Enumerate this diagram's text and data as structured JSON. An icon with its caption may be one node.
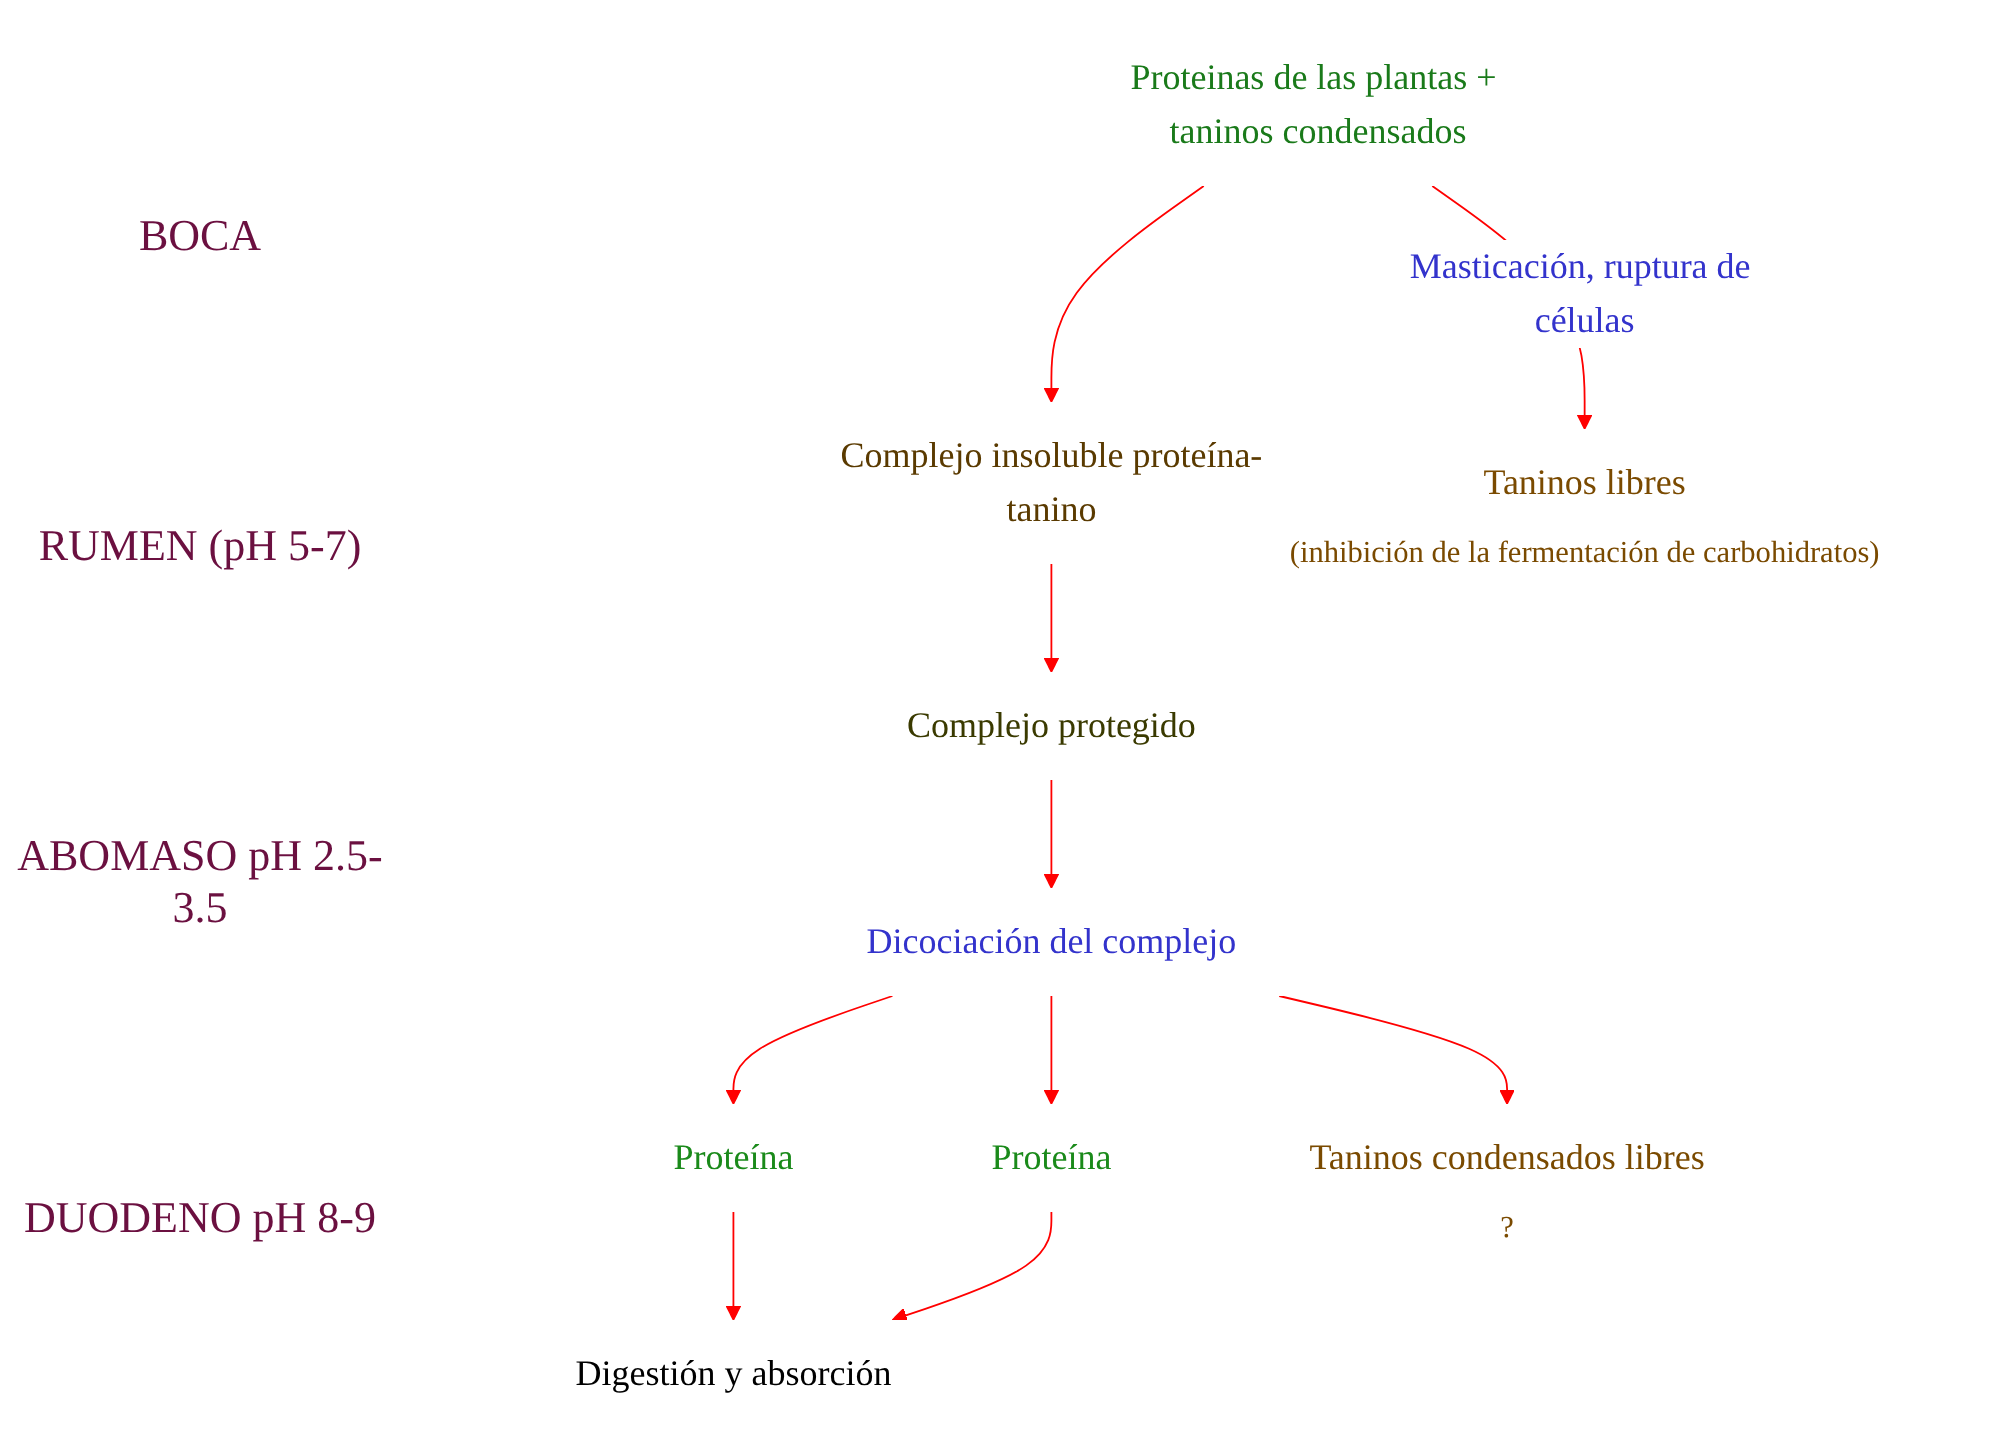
{
  "diagram": {
    "nodes": [
      {
        "text": [
          "Proteinas de las plantas + taninos condensados"
        ]
      },
      {
        "text": [
          "Complejo insoluble proteína-tanino"
        ]
      },
      {
        "text": [
          "Taninos libres"
        ],
        "beside": [
          "(inhibición de la fermentación de carbohidratos)"
        ]
      },
      {
        "text": [
          "Complejo protegido"
        ]
      },
      {
        "text": [
          "Dicociación del complejo"
        ]
      },
      {
        "text": [
          "Proteína"
        ]
      },
      {
        "text": [
          "Proteína"
        ]
      },
      {
        "text": [
          "Digestión y absorción"
        ]
      },
      {
        "text": [
          "Taninos condensados libres"
        ],
        "beside": [
          "?"
        ]
      }
    ],
    "edges": [
      {
        "from": 0,
        "to": 1,
        "arrow": "to"
      },
      {
        "from": 0,
        "to": 2,
        "arrow": "to",
        "label": "Masticación, ruptura de células"
      },
      {
        "from": 1,
        "to": 3,
        "arrow": "to"
      },
      {
        "from": 3,
        "to": 4,
        "arrow": "to"
      },
      {
        "from": 4,
        "to": 5,
        "arrow": "to"
      },
      {
        "from": 4,
        "to": 6,
        "arrow": "to"
      },
      {
        "from": 4,
        "to": 8,
        "arrow": "to"
      },
      {
        "from": 6,
        "to": 7,
        "arrow": "to"
      },
      {
        "from": 5,
        "to": 7,
        "arrow": "to"
      }
    ],
    "labels": [
      "BOCA",
      "RUMEN (pH 5-7)",
      "ABOMASO pH 2.5-3.5",
      "DUODENO pH 8-9"
    ]
  }
}
